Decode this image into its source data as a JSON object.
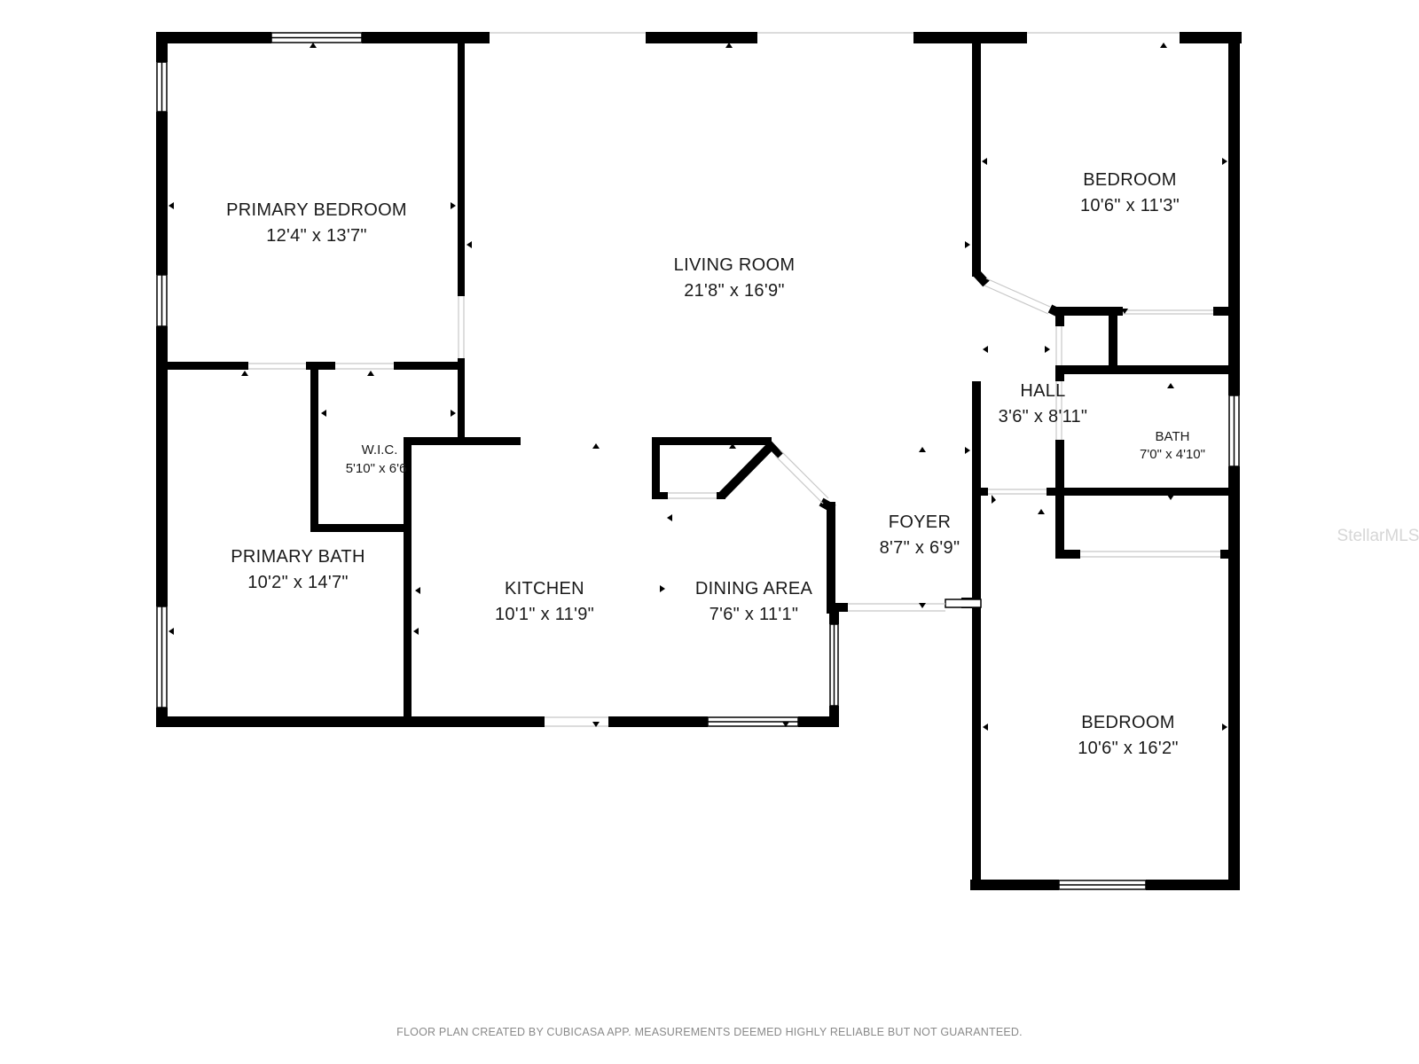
{
  "rooms": {
    "primary_bedroom": {
      "name": "PRIMARY BEDROOM",
      "dims": "12'4\" x 13'7\""
    },
    "living_room": {
      "name": "LIVING ROOM",
      "dims": "21'8\" x 16'9\""
    },
    "bedroom_top": {
      "name": "BEDROOM",
      "dims": "10'6\" x 11'3\""
    },
    "wic": {
      "name": "W.I.C.",
      "dims": "5'10\" x 6'6"
    },
    "hall": {
      "name": "HALL",
      "dims": "3'6\" x 8'11\""
    },
    "bath": {
      "name": "BATH",
      "dims": "7'0\" x 4'10\""
    },
    "primary_bath": {
      "name": "PRIMARY BATH",
      "dims": "10'2\" x 14'7\""
    },
    "kitchen": {
      "name": "KITCHEN",
      "dims": "10'1\" x 11'9\""
    },
    "dining_area": {
      "name": "DINING AREA",
      "dims": "7'6\" x 11'1\""
    },
    "foyer": {
      "name": "FOYER",
      "dims": "8'7\" x 6'9\""
    },
    "bedroom_bottom": {
      "name": "BEDROOM",
      "dims": "10'6\" x 16'2\""
    }
  },
  "footer_note": "FLOOR PLAN CREATED BY CUBICASA APP. MEASUREMENTS DEEMED HIGHLY RELIABLE BUT NOT GUARANTEED.",
  "watermark": "StellarMLS",
  "colors": {
    "wall": "#000000",
    "window": "#ffffff",
    "text": "#1a1a1a",
    "footer": "#8a8a8a"
  }
}
